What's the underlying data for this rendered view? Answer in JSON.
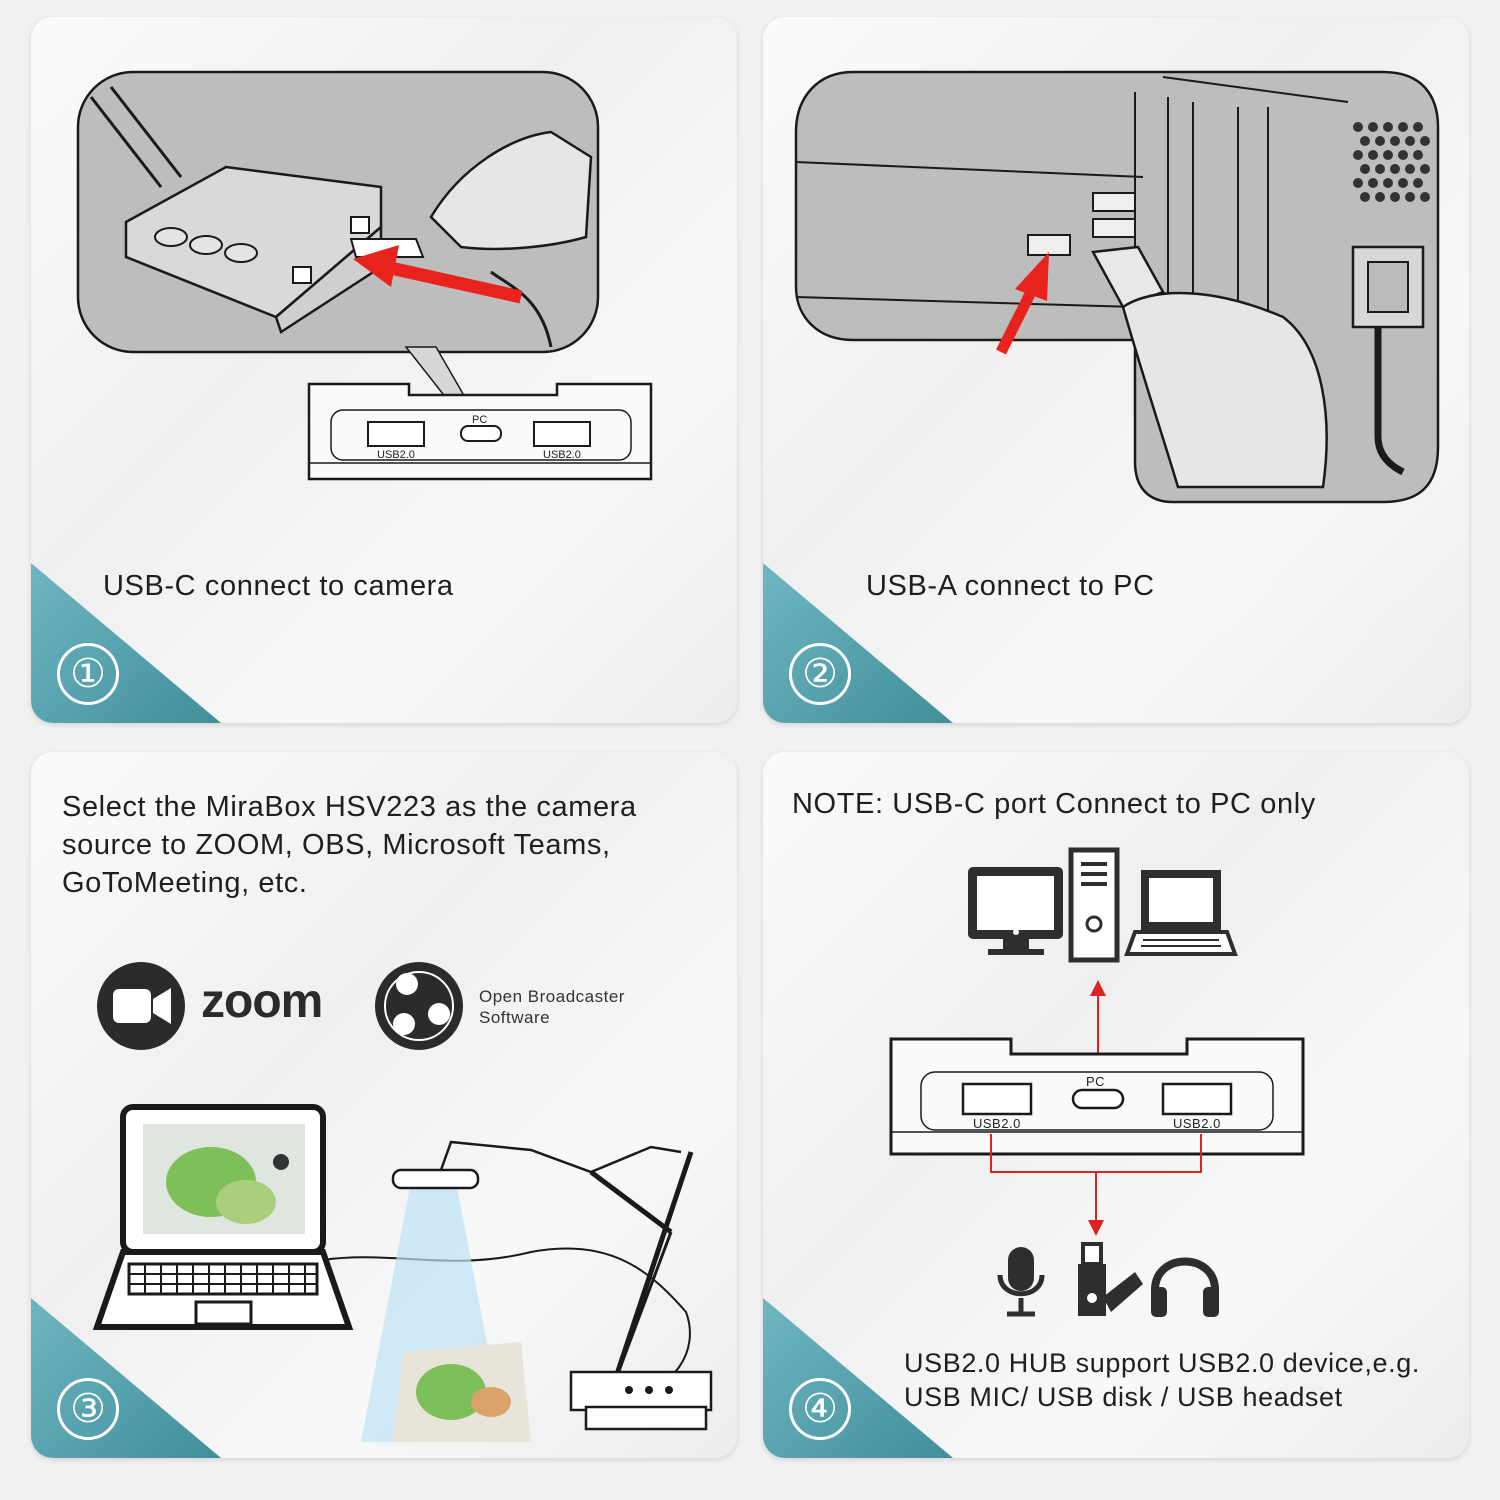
{
  "steps": [
    {
      "number": "①",
      "caption": "USB-C connect to camera",
      "port_labels": {
        "pc": "PC",
        "usb_left": "USB2.0",
        "usb_right": "USB2.0"
      }
    },
    {
      "number": "②",
      "caption": "USB-A connect to PC"
    },
    {
      "number": "③",
      "caption": "Select the MiraBox HSV223 as the camera source to ZOOM, OBS, Microsoft Teams, GoToMeeting, etc.",
      "logos": {
        "zoom": "zoom",
        "obs_line1": "Open Broadcaster",
        "obs_line2": "Software"
      }
    },
    {
      "number": "④",
      "caption": "NOTE: USB-C port  Connect to PC only",
      "port_labels": {
        "pc": "PC",
        "usb_left": "USB2.0",
        "usb_right": "USB2.0"
      },
      "hub_line1": "USB2.0 HUB support USB2.0 device,e.g.",
      "hub_line2": "USB MIC/ USB disk / USB headset"
    }
  ],
  "colors": {
    "accent": "#4a9aa5",
    "arrow": "#e8221c",
    "line": "#1a1a1a"
  }
}
